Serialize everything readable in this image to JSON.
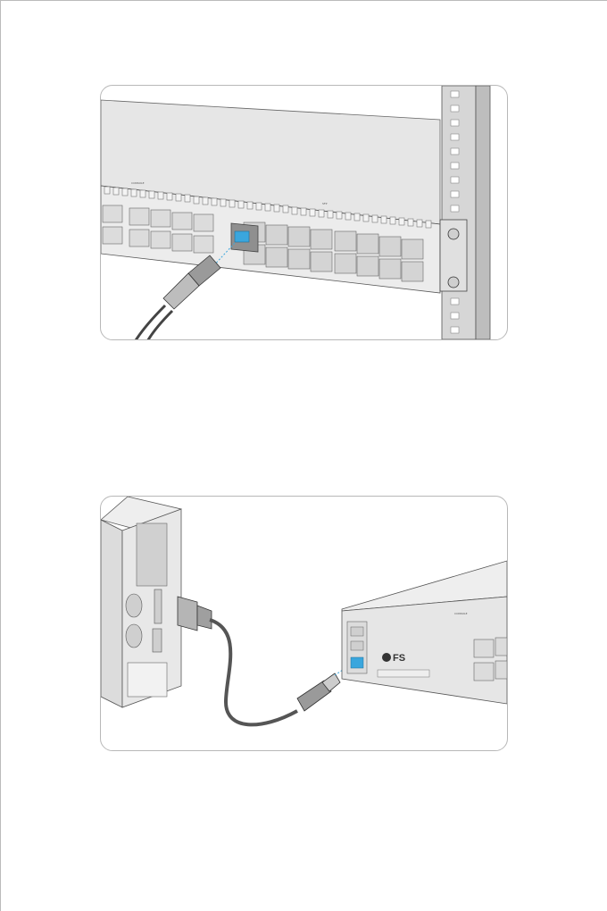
{
  "figures": [
    {
      "id": "sfp-fiber-connection",
      "port_group_labels": [
        "CONSOLE",
        "SFP"
      ]
    },
    {
      "id": "console-connection",
      "brand_logo": "FS",
      "port_group_label": "CONSOLE"
    }
  ],
  "colors": {
    "line": "#555555",
    "panel": "#e3e3e3",
    "panel_dark": "#cfcfcf",
    "rack": "#a9a9a9",
    "accent": "#3aa6dd"
  }
}
